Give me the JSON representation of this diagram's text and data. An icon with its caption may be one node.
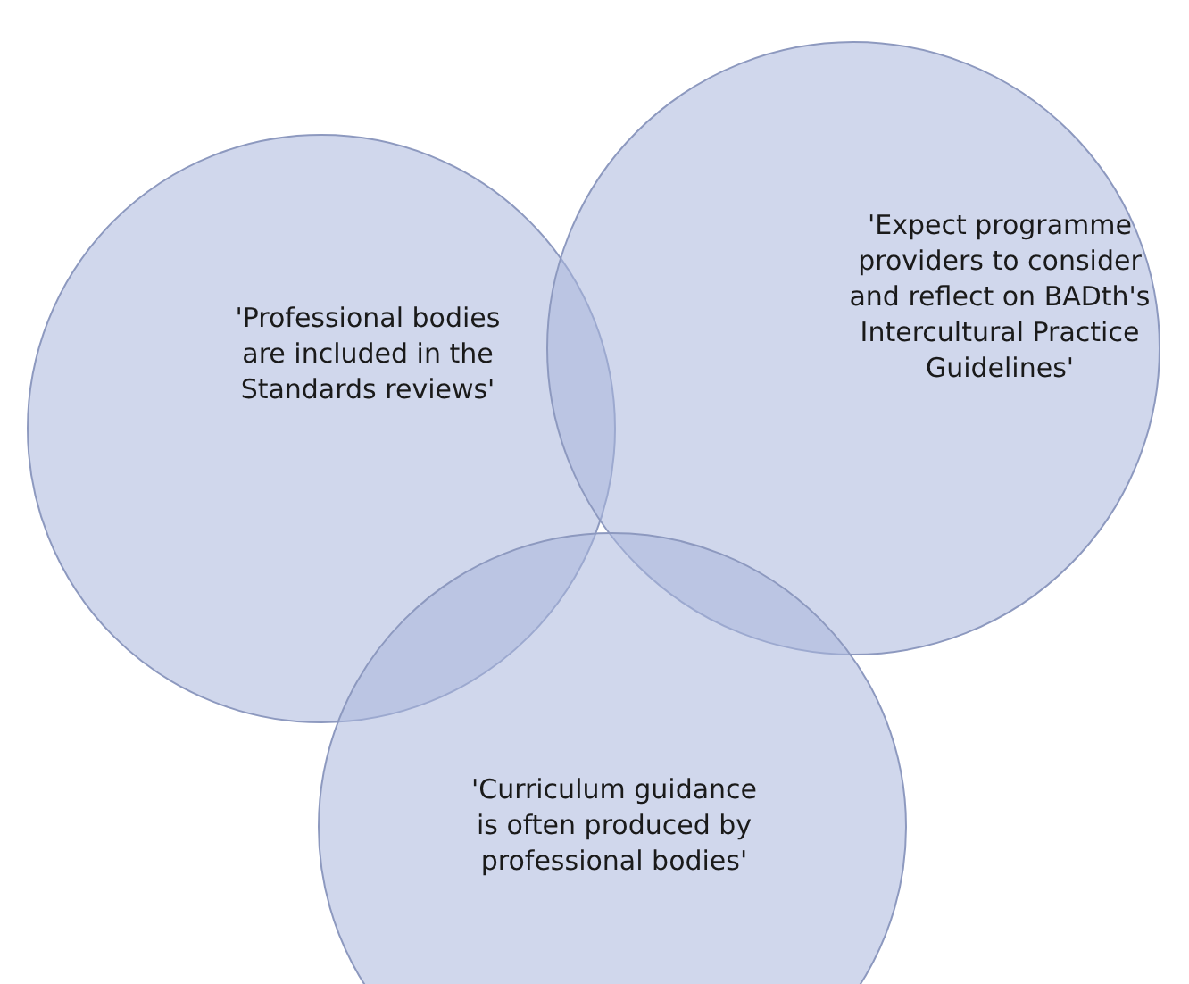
{
  "diagram": {
    "nodes": [
      {
        "text": [
          "'Professional bodies are included in the Standards reviews'"
        ]
      },
      {
        "text": [
          "'Expect programme providers to consider and reflect on BADth's Intercultural Practice Guidelines'"
        ]
      },
      {
        "text": [
          "'Curriculum guidance is often produced by professional bodies'"
        ]
      }
    ]
  }
}
